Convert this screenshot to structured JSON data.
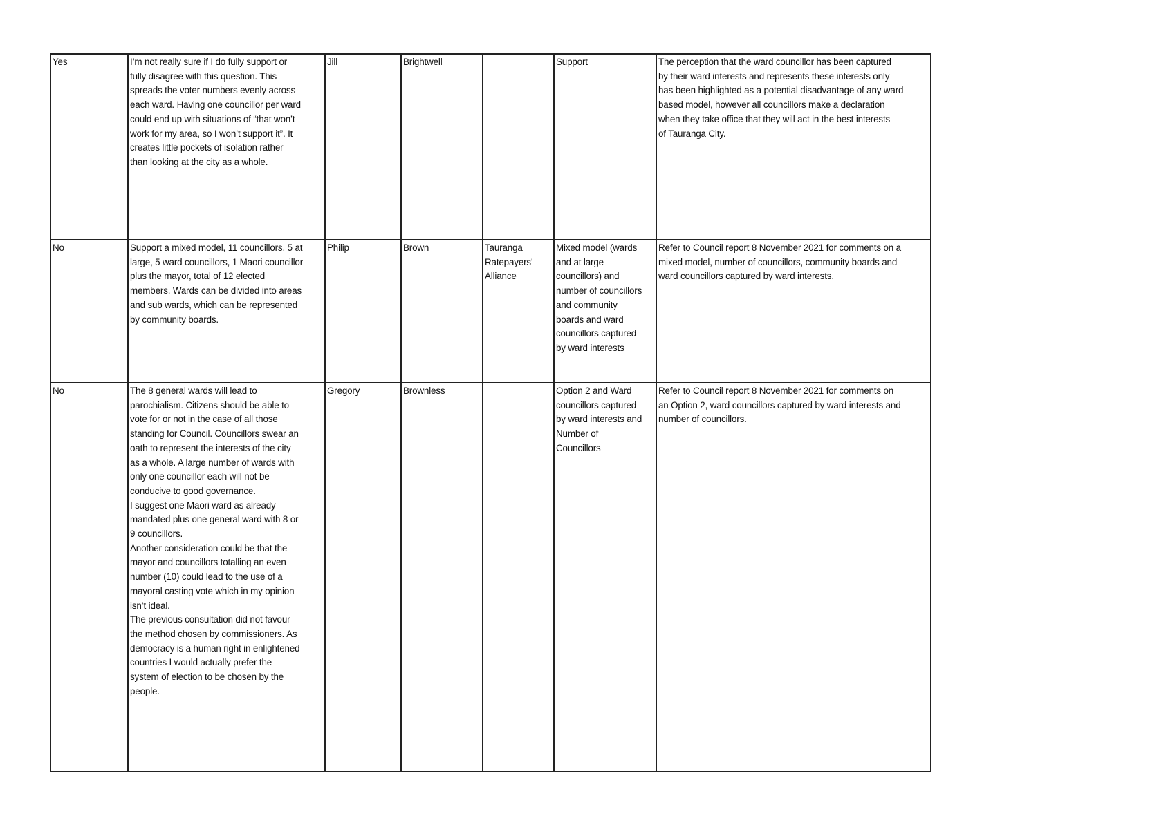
{
  "rows": [
    {
      "cells": [
        [
          "Yes"
        ],
        [
          "I’m not really sure if I do fully support or",
          "fully disagree with this question.  This",
          "spreads the voter numbers evenly across",
          "each ward.  Having one councillor per ward",
          "could end up with situations of “that won’t",
          "work for my area, so I won’t support it”. It",
          "creates little pockets of isolation rather",
          "than looking at the city as a whole."
        ],
        [
          "Jill"
        ],
        [
          "Brightwell"
        ],
        [],
        [
          "Support"
        ],
        [
          "The perception that the ward councillor has been captured",
          "by their ward interests and represents these interests only",
          "has been highlighted as a potential disadvantage of any ward",
          "based model, however all councillors make a declaration",
          "when they take office that they will act in the best interests",
          "of Tauranga City."
        ]
      ]
    },
    {
      "cells": [
        [
          "No"
        ],
        [
          "Support  a mixed model, 11 councillors, 5 at",
          "large, 5 ward councillors, 1 Maori councillor",
          "plus the mayor, total of 12 elected",
          "members. Wards can be divided into areas",
          "and sub wards, which can be represented",
          "by community boards."
        ],
        [
          "Philip"
        ],
        [
          "Brown"
        ],
        [
          "Tauranga",
          "Ratepayers'",
          "Alliance"
        ],
        [
          "Mixed model (wards",
          "and at large",
          "councillors) and",
          "number of councillors",
          "and community",
          "boards and ward",
          "councillors captured",
          "by ward interests"
        ],
        [
          "Refer to Council report 8 November 2021 for comments on a",
          "mixed model, number of councillors, community boards and",
          "ward councillors captured by ward interests."
        ]
      ]
    },
    {
      "cells": [
        [
          "No"
        ],
        [
          "The 8 general wards will lead to",
          "parochialism. Citizens should be able to",
          "vote for or not in the case of all those",
          "standing for Council. Councillors swear an",
          "oath to represent the interests of the city",
          "as a whole. A large number of wards with",
          "only one councillor each will not be",
          "conducive to good governance.",
          "I suggest one Maori ward as already",
          "mandated plus one general ward with 8 or",
          "9 councillors.",
          "Another consideration could be that the",
          "mayor and councillors totalling an even",
          "number (10) could lead to the use of a",
          "mayoral casting vote which in my opinion",
          "isn’t ideal.",
          "The previous consultation did not favour",
          "the method chosen by commissioners. As",
          "democracy is a human right in enlightened",
          "countries I would actually prefer the",
          "system of election to be chosen by the",
          "people."
        ],
        [
          "Gregory"
        ],
        [
          "Brownless"
        ],
        [],
        [
          "Option 2 and Ward",
          "councillors captured",
          "by ward interests and",
          "Number of",
          "Councillors"
        ],
        [
          "Refer to Council report 8 November 2021 for comments on",
          "an Option 2, ward councillors captured by ward interests and",
          "number of councillors."
        ]
      ]
    }
  ]
}
